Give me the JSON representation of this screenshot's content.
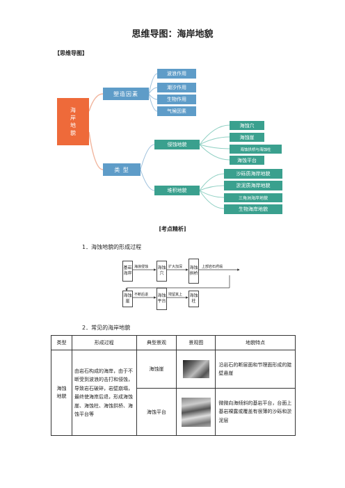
{
  "title": "思维导图：海岸地貌",
  "section_mindmap": "【思维导图】",
  "mindmap": {
    "root": "海岸地貌",
    "branch1": "塑造因素",
    "branch1_items": [
      "波浪作用",
      "潮汐作用",
      "生物作用",
      "气候因素"
    ],
    "branch2": "类  型",
    "erosion": "侵蚀地貌",
    "erosion_items": [
      "海蚀穴",
      "海蚀崖",
      "海蚀拱桥与海蚀柱",
      "海蚀平台"
    ],
    "deposition": "堆积地貌",
    "deposition_items": [
      "沙砾质海岸地貌",
      "淤泥质海岸地貌",
      "三角洲海岸地貌",
      "生物海岸地貌"
    ]
  },
  "section_analysis": "[考点精析]",
  "heading1": "1．海蚀地貌的形成过程",
  "flow": {
    "row1": {
      "box1": "基岩海岸",
      "label1": "海浪侵蚀",
      "box2": "海蚀穴",
      "label2": "扩大加深",
      "box3": "海蚀拱桥",
      "label3": "上部岩石坍塌"
    },
    "row2": {
      "box1": "海蚀崖",
      "label1": "不断后退",
      "box2": "海蚀平台",
      "label2": "残留其上",
      "box3": "海蚀柱"
    }
  },
  "heading2": "2．常见的海岸地貌",
  "table": {
    "headers": [
      "类型",
      "形成过程",
      "典型景观",
      "景观图",
      "地貌特点"
    ],
    "category": "海蚀地貌",
    "process": "由岩石构成的海岸，由于不断受到波浪的击打和侵蚀，导致岩石破碎，岩壁崩塌，最终使海岸后退，形成海蚀崖、海蚀柱、海蚀拱桥、海蚀平台等",
    "rows": [
      {
        "landscape": "海蚀崖",
        "feature": "沿岩石的断层面和节理面形成的陡壁悬崖"
      },
      {
        "landscape": "海蚀平台",
        "feature": "微微向海倾斜的基岩平台，台面上基岩裸露或覆盖有很薄的沙砾和淤泥层"
      }
    ]
  },
  "colors": {
    "root": "#ee6a3a",
    "branch": "#5e9cc8",
    "leaf": "#3aa08e"
  }
}
